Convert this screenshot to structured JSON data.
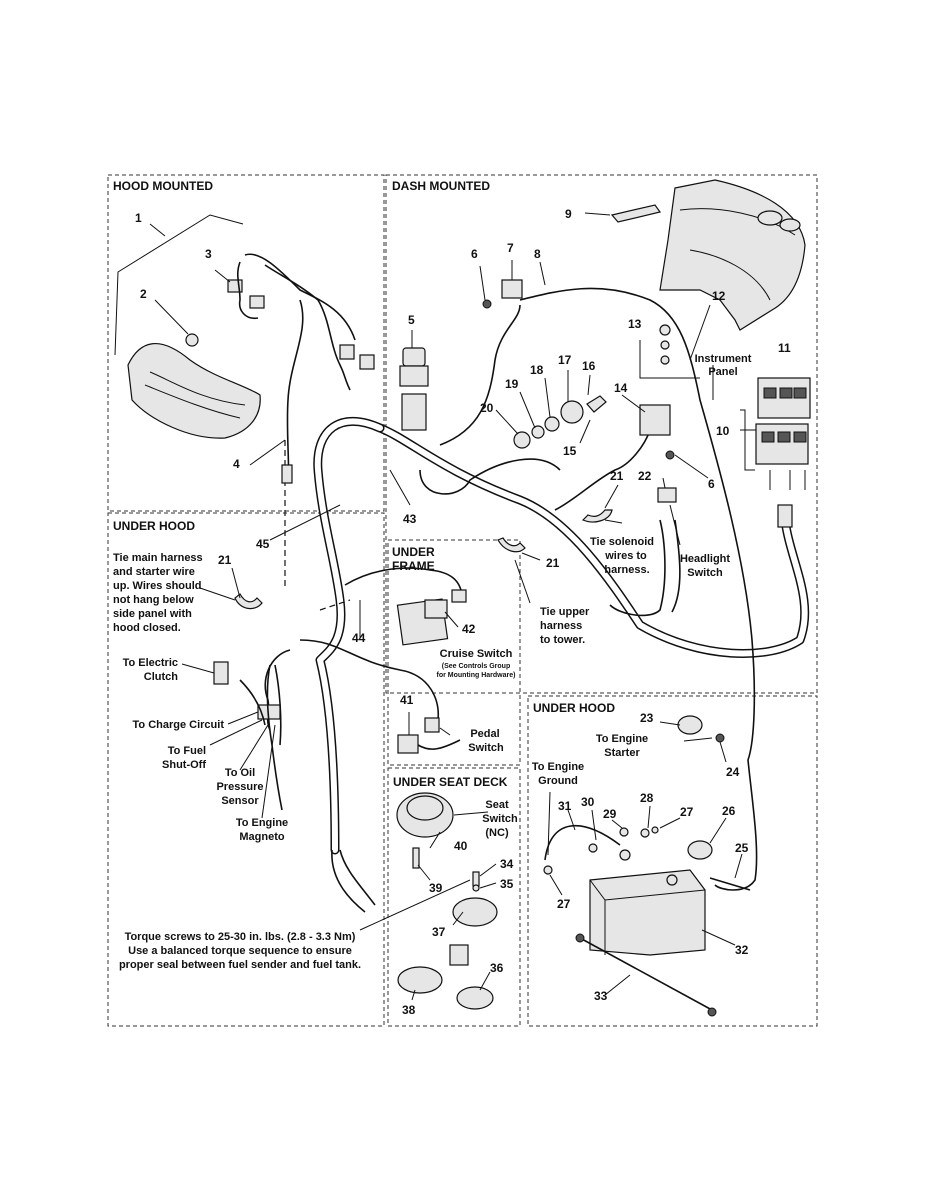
{
  "sections": {
    "hood_mounted": "HOOD MOUNTED",
    "dash_mounted": "DASH MOUNTED",
    "under_hood_left": "UNDER HOOD",
    "under_frame_l1": "UNDER",
    "under_frame_l2": "FRAME",
    "under_hood_right": "UNDER HOOD",
    "under_seat_deck": "UNDER SEAT DECK"
  },
  "callouts": {
    "n1": "1",
    "n2": "2",
    "n3": "3",
    "n4": "4",
    "n5": "5",
    "n6a": "6",
    "n6b": "6",
    "n7": "7",
    "n8": "8",
    "n9": "9",
    "n10": "10",
    "n11": "11",
    "n12": "12",
    "n13": "13",
    "n14": "14",
    "n15": "15",
    "n16": "16",
    "n17": "17",
    "n18": "18",
    "n19": "19",
    "n20": "20",
    "n21a": "21",
    "n21b": "21",
    "n21c": "21",
    "n22": "22",
    "n23": "23",
    "n24": "24",
    "n25": "25",
    "n26": "26",
    "n27a": "27",
    "n27b": "27",
    "n28": "28",
    "n29": "29",
    "n30": "30",
    "n31": "31",
    "n32": "32",
    "n33": "33",
    "n34": "34",
    "n35": "35",
    "n36": "36",
    "n37": "37",
    "n38": "38",
    "n39": "39",
    "n40": "40",
    "n41": "41",
    "n42": "42",
    "n43": "43",
    "n44": "44",
    "n45": "45"
  },
  "labels": {
    "instrument_panel_1": "Instrument",
    "instrument_panel_2": "Panel",
    "tie_main_1": "Tie main harness",
    "tie_main_2": "and starter wire",
    "tie_main_3": "up. Wires should",
    "tie_main_4": "not hang below",
    "tie_main_5": "side panel with",
    "tie_main_6": "hood closed.",
    "electric_clutch_1": "To Electric",
    "electric_clutch_2": "Clutch",
    "charge_circuit": "To Charge Circuit",
    "fuel_shutoff_1": "To Fuel",
    "fuel_shutoff_2": "Shut-Off",
    "oil_pressure_1": "To Oil",
    "oil_pressure_2": "Pressure",
    "oil_pressure_3": "Sensor",
    "engine_magneto_1": "To Engine",
    "engine_magneto_2": "Magneto",
    "tie_solenoid_1": "Tie solenoid",
    "tie_solenoid_2": "wires to",
    "tie_solenoid_3": "harness.",
    "headlight_1": "Headlight",
    "headlight_2": "Switch",
    "tie_upper_1": "Tie upper",
    "tie_upper_2": "harness",
    "tie_upper_3": "to tower.",
    "cruise_switch": "Cruise Switch",
    "cruise_note_1": "(See Controls Group",
    "cruise_note_2": "for Mounting Hardware)",
    "pedal_1": "Pedal",
    "pedal_2": "Switch",
    "starter_1": "To Engine",
    "starter_2": "Starter",
    "ground_1": "To Engine",
    "ground_2": "Ground",
    "seat_1": "Seat",
    "seat_2": "Switch",
    "seat_3": "(NC)",
    "torque_1": "Torque screws to 25-30 in. lbs. (2.8 - 3.3 Nm)",
    "torque_2": "Use a balanced torque sequence to ensure",
    "torque_3": "proper seal between fuel sender and fuel tank."
  }
}
